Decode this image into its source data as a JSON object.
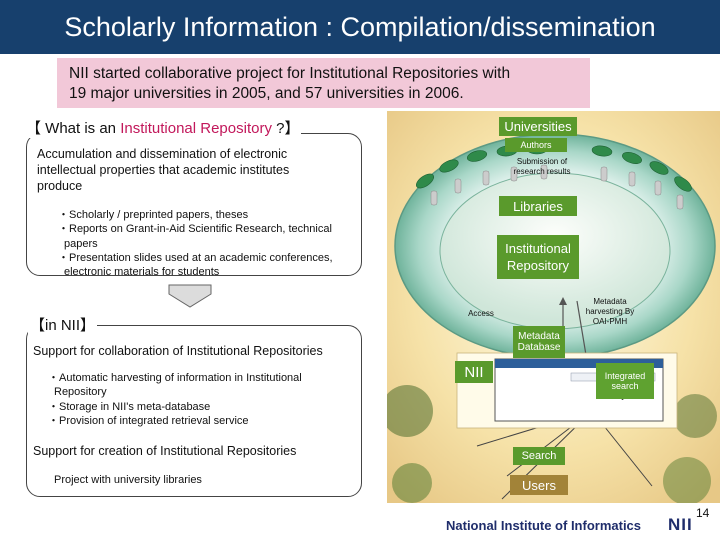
{
  "title": "Scholarly Information : Compilation/dissemination",
  "intro": {
    "line1": "NII started collaborative project for Institutional Repositories with",
    "line2": "19 major universities in 2005, and 57 universities in 2006."
  },
  "ir_section": {
    "open_bracket": "【 What is an ",
    "highlight": "Institutional Repository",
    "close": " ?】",
    "description": "Accumulation and dissemination of electronic intellectual properties that academic institutes produce",
    "items": [
      "・Scholarly / preprinted papers, theses",
      "・Reports on Grant-in-Aid Scientific Research, technical papers",
      "・Presentation slides used at an academic conferences, electronic materials for students"
    ]
  },
  "nii_section": {
    "heading": "【in NII】",
    "support_label": "Support for collaboration of Institutional Repositories",
    "items": [
      "・Automatic harvesting of information in Institutional Repository",
      "・Storage in NII's meta-database",
      "・Provision of integrated retrieval service"
    ],
    "creation_label": "Support for creation of Institutional Repositories",
    "project_label": "Project with university libraries"
  },
  "diagram": {
    "universities": "Universities",
    "authors": "Authors",
    "submission": "Submission of research results",
    "libraries": "Libraries",
    "institutional_repository": "Institutional Repository",
    "access": "Access",
    "metadata_harvesting": "Metadata harvesting By OAI-PMH",
    "metadata_database": "Metadata Database",
    "nii": "NII",
    "integrated_search": "Integrated search",
    "search": "Search",
    "users": "Users"
  },
  "footer": {
    "org_name": "National Institute of Informatics",
    "logo": "NII",
    "page_number": "14"
  },
  "colors": {
    "title_bar": "#17406d",
    "intro_bg": "#f2c8d8",
    "highlight_text": "#c2185b",
    "diagram_box": "#5a9a2c",
    "footer_text": "#1f2d6b"
  }
}
